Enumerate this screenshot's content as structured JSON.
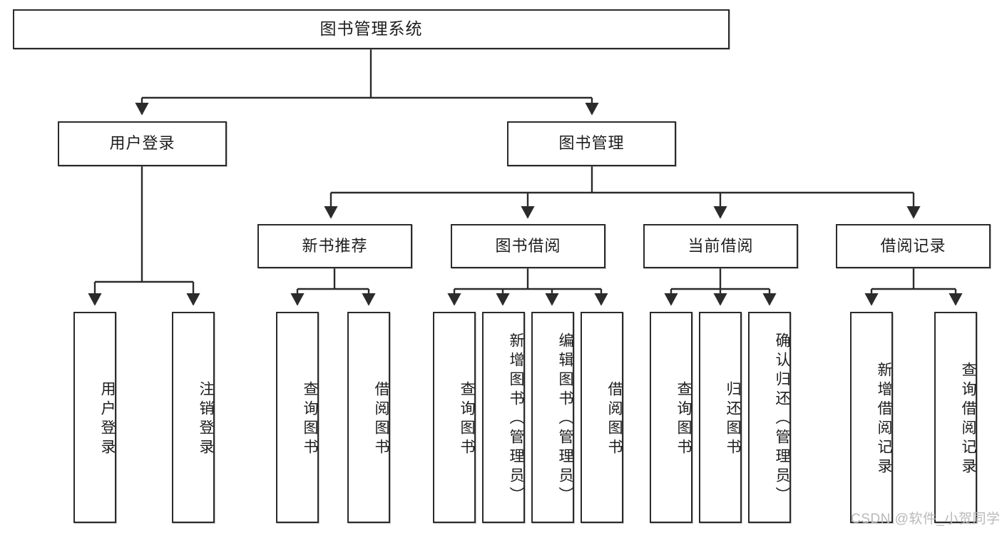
{
  "diagram": {
    "title": "图书管理系统",
    "type": "tree-hierarchy-diagram",
    "background_color": "#ffffff",
    "border_color": "#2b2b2b",
    "text_color": "#1d1d1d",
    "levels": {
      "root": {
        "label": "图书管理系统"
      },
      "level2": [
        {
          "label": "用户登录"
        },
        {
          "label": "图书管理"
        }
      ],
      "level3": [
        {
          "label": "新书推荐"
        },
        {
          "label": "图书借阅"
        },
        {
          "label": "当前借阅"
        },
        {
          "label": "借阅记录"
        }
      ],
      "leaves": [
        {
          "label": "用户登录",
          "parent": "用户登录"
        },
        {
          "label": "注销登录",
          "parent": "用户登录"
        },
        {
          "label": "查询图书",
          "parent": "新书推荐"
        },
        {
          "label": "借阅图书",
          "parent": "新书推荐"
        },
        {
          "label": "查询图书",
          "parent": "图书借阅"
        },
        {
          "label": "新增图书（管理员）",
          "parent": "图书借阅"
        },
        {
          "label": "编辑图书（管理员）",
          "parent": "图书借阅"
        },
        {
          "label": "借阅图书",
          "parent": "图书借阅"
        },
        {
          "label": "查询图书",
          "parent": "当前借阅"
        },
        {
          "label": "归还图书",
          "parent": "当前借阅"
        },
        {
          "label": "确认归还（管理员）",
          "parent": "当前借阅"
        },
        {
          "label": "新增借阅记录",
          "parent": "借阅记录"
        },
        {
          "label": "查询借阅记录",
          "parent": "借阅记录"
        }
      ]
    }
  },
  "watermark": {
    "text": "CSDN @软件_小贺同学"
  }
}
